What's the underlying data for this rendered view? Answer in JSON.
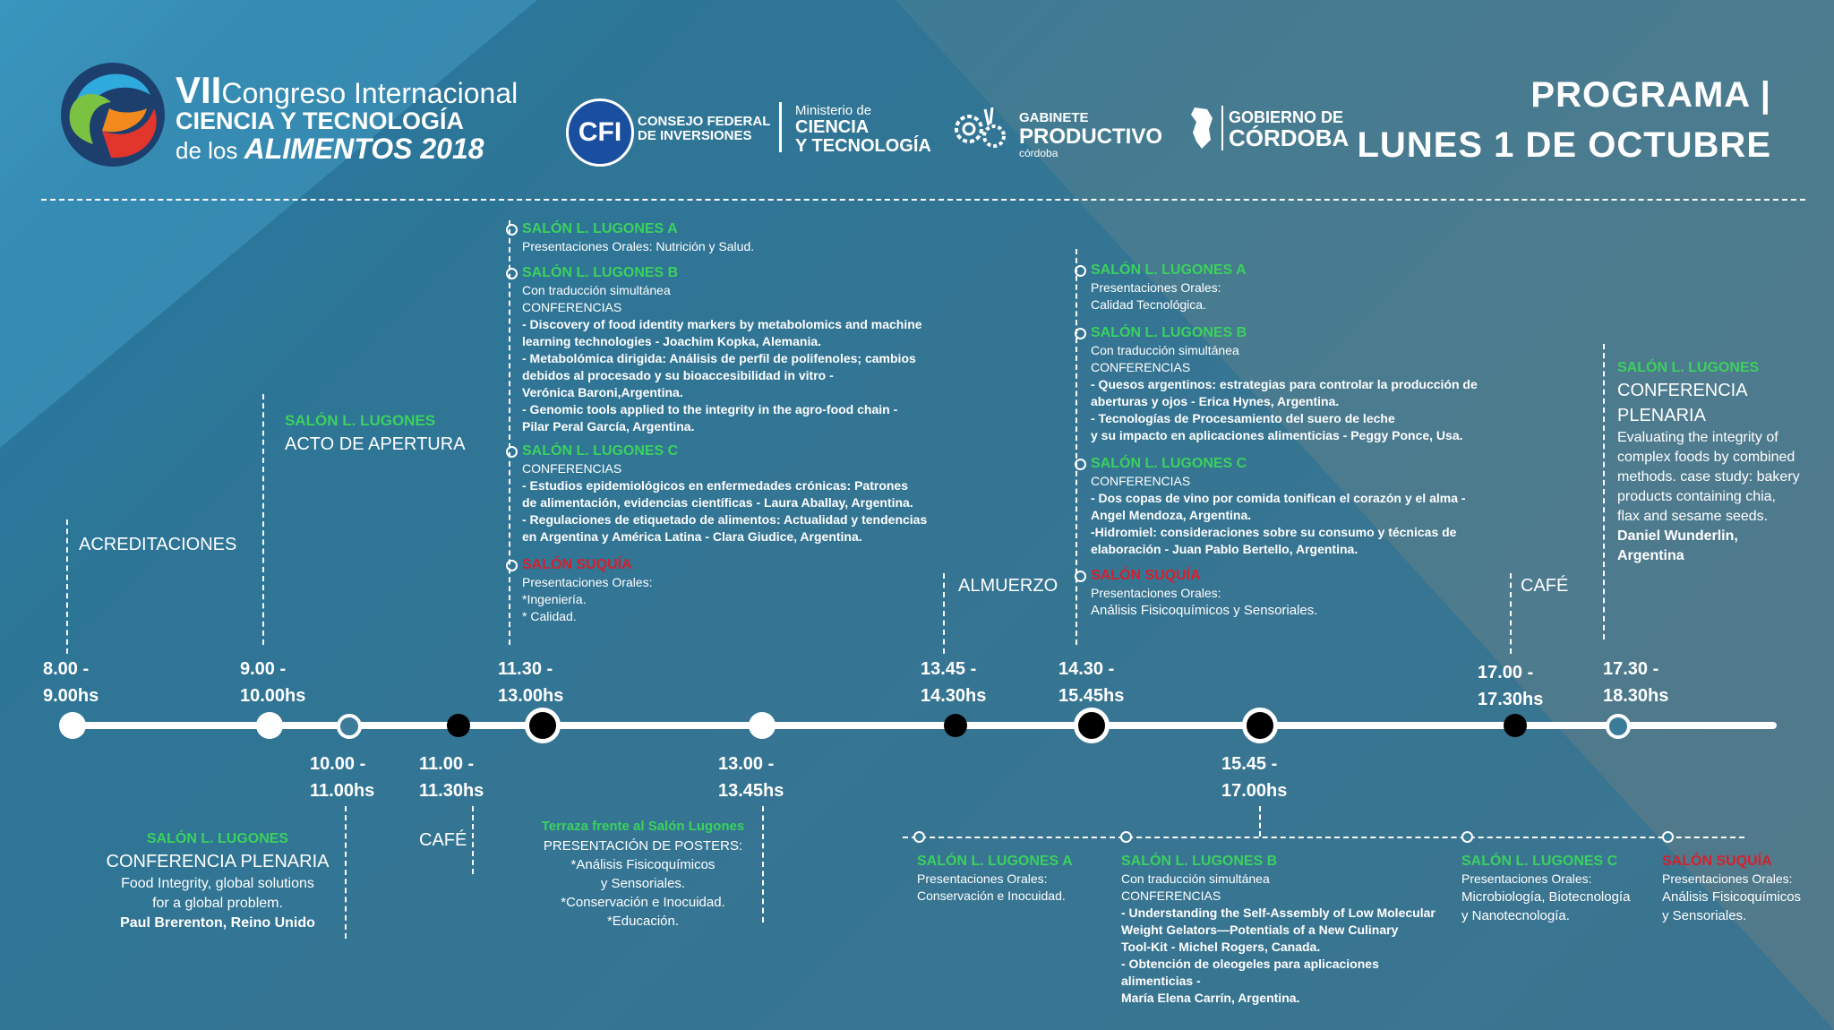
{
  "header": {
    "logo": {
      "numeral": "VII",
      "line1": "Congreso Internacional",
      "line2": "CIENCIA Y TECNOLOGÍA",
      "line3_a": "de los",
      "line3_b": "ALIMENTOS 2018"
    },
    "sponsors": {
      "cfi_badge": "CFI",
      "cfi_line1": "CONSEJO FEDERAL",
      "cfi_line2": "DE INVERSIONES",
      "min_line1": "Ministerio de",
      "min_line2": "CIENCIA",
      "min_line3": "Y TECNOLOGÍA",
      "gab_line1": "GABINETE",
      "gab_line2": "PRODUCTIVO",
      "gab_line3": "córdoba",
      "gob_line1": "GOBIERNO DE",
      "gob_line2": "CÓRDOBA"
    },
    "title_line1": "PROGRAMA |",
    "title_line2": "LUNES 1 DE OCTUBRE"
  },
  "times": {
    "t1": [
      "8.00 -",
      "9.00hs"
    ],
    "t2": [
      "9.00 -",
      "10.00hs"
    ],
    "t3": [
      "10.00 -",
      "11.00hs"
    ],
    "t4": [
      "11.00 -",
      "11.30hs"
    ],
    "t5": [
      "11.30 -",
      "13.00hs"
    ],
    "t6": [
      "13.00 -",
      "13.45hs"
    ],
    "t7": [
      "13.45 -",
      "14.30hs"
    ],
    "t8": [
      "14.30 -",
      "15.45hs"
    ],
    "t9": [
      "15.45 -",
      "17.00hs"
    ],
    "t10": [
      "17.00 -",
      "17.30hs"
    ],
    "t11": [
      "17.30 -",
      "18.30hs"
    ]
  },
  "events": {
    "acreditaciones": "ACREDITACIONES",
    "apertura_room": "SALÓN L. LUGONES",
    "apertura_title": "ACTO DE APERTURA",
    "plenaria1": {
      "room": "SALÓN L. LUGONES",
      "title": "CONFERENCIA PLENARIA",
      "desc1": "Food Integrity, global solutions",
      "desc2": "for a global problem.",
      "speaker": "Paul Brerenton, Reino Unido"
    },
    "cafe1": "CAFÉ",
    "posters": {
      "room": "Terraza frente al Salón Lugones",
      "title": "PRESENTACIÓN DE POSTERS:",
      "l1": "*Análisis Fisicoquímicos",
      "l2": "y Sensoriales.",
      "l3": "*Conservación e Inocuidad.",
      "l4": "*Educación."
    },
    "almuerzo": "ALMUERZO",
    "cafe2": "CAFÉ",
    "plenaria2": {
      "room": "SALÓN L. LUGONES",
      "title1": "CONFERENCIA",
      "title2": "PLENARIA",
      "d1": "Evaluating the integrity of",
      "d2": "complex foods by combined",
      "d3": "methods. case study: bakery",
      "d4": "products containing chia,",
      "d5": "flax and sesame seeds.",
      "s1": "Daniel Wunderlin,",
      "s2": "Argentina"
    }
  },
  "block1130": {
    "a_room": "SALÓN L. LUGONES A",
    "a_l1": "Presentaciones Orales: Nutrición y Salud.",
    "b_room": "SALÓN L. LUGONES B",
    "b_l1": "Con traducción simultánea",
    "b_l2": "CONFERENCIAS",
    "b_l3": "- Discovery of food identity markers by metabolomics and machine",
    "b_l4": "learning technologies - Joachim Kopka, Alemania.",
    "b_l5": "- Metabolómica dirigida: Análisis de perfil de polifenoles; cambios",
    "b_l6": "debidos al procesado y su bioaccesibilidad in vitro -",
    "b_l7": "Verónica Baroni,Argentina.",
    "b_l8": "- Genomic tools applied to the integrity in the agro-food chain -",
    "b_l9": "Pilar Peral García, Argentina.",
    "c_room": "SALÓN L. LUGONES C",
    "c_l1": "CONFERENCIAS",
    "c_l2": "- Estudios epidemiológicos en enfermedades crónicas: Patrones",
    "c_l3": "de alimentación, evidencias científicas - Laura Aballay, Argentina.",
    "c_l4": "- Regulaciones de etiquetado de alimentos: Actualidad y tendencias",
    "c_l5": "en Argentina y América Latina - Clara Giudice, Argentina.",
    "s_room": "SALÓN SUQUÍA",
    "s_l1": "Presentaciones Orales:",
    "s_l2": "*Ingeniería.",
    "s_l3": "* Calidad."
  },
  "block1430": {
    "a_room": "SALÓN L. LUGONES A",
    "a_l1": "Presentaciones Orales:",
    "a_l2": "Calidad Tecnológica.",
    "b_room": "SALÓN L. LUGONES B",
    "b_l1": "Con traducción simultánea",
    "b_l2": "CONFERENCIAS",
    "b_l3": "- Quesos argentinos: estrategias para controlar la producción de",
    "b_l4": "aberturas y ojos - Erica Hynes, Argentina.",
    "b_l5": "- Tecnologías de Procesamiento del suero de leche",
    "b_l6": "y su impacto en aplicaciones alimenticias - Peggy Ponce, Usa.",
    "c_room": "SALÓN L. LUGONES C",
    "c_l1": "CONFERENCIAS",
    "c_l2": "- Dos copas  de vino por comida tonifican el corazón y el alma -",
    "c_l3": "Angel Mendoza, Argentina.",
    "c_l4": "-Hidromiel: consideraciones sobre su consumo y técnicas de",
    "c_l5": "elaboración - Juan Pablo Bertello, Argentina.",
    "s_room": "SALÓN SUQUÍA",
    "s_l1": "Presentaciones Orales:",
    "s_l2": "Análisis Fisicoquímicos y Sensoriales."
  },
  "block1545": {
    "a_room": "SALÓN L. LUGONES A",
    "a_l1": "Presentaciones Orales:",
    "a_l2": "Conservación e Inocuidad.",
    "b_room": "SALÓN L. LUGONES B",
    "b_l1": "Con traducción simultánea",
    "b_l2": "CONFERENCIAS",
    "b_l3": "- Understanding the Self-Assembly of Low Molecular",
    "b_l4": "Weight Gelators—Potentials of a New Culinary",
    "b_l5": "Tool-Kit - Michel Rogers, Canada.",
    "b_l6": "- Obtención de oleogeles para aplicaciones alimenticias -",
    "b_l7": "María Elena Carrín, Argentina.",
    "c_room": "SALÓN L. LUGONES C",
    "c_l1": "Presentaciones Orales:",
    "c_l2": "Microbiología, Biotecnología",
    "c_l3": "y Nanotecnología.",
    "s_room": "SALÓN SUQUÍA",
    "s_l1": "Presentaciones Orales:",
    "s_l2": "Análisis Fisicoquímicos",
    "s_l3": "y Sensoriales."
  },
  "colors": {
    "green": "#3bd15e",
    "red": "#d5202e",
    "white": "#ffffff"
  }
}
